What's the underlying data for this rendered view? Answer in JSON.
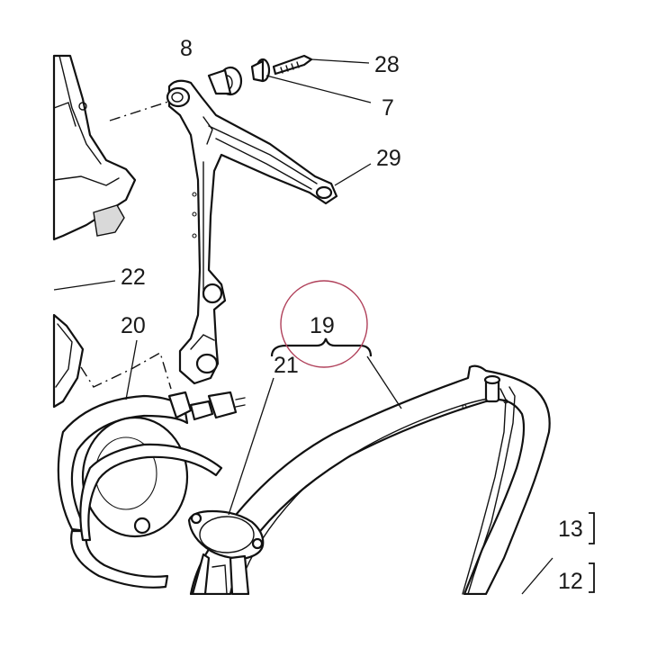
{
  "callouts": {
    "c28": "28",
    "c7": "7",
    "c29": "29",
    "c22": "22",
    "c20": "20",
    "c19": "19",
    "c21": "21",
    "c13": "13",
    "c12": "12",
    "c8_partial": "8"
  },
  "colors": {
    "line": "#111111",
    "highlight_circle": "#b0405a",
    "background": "#ffffff"
  }
}
